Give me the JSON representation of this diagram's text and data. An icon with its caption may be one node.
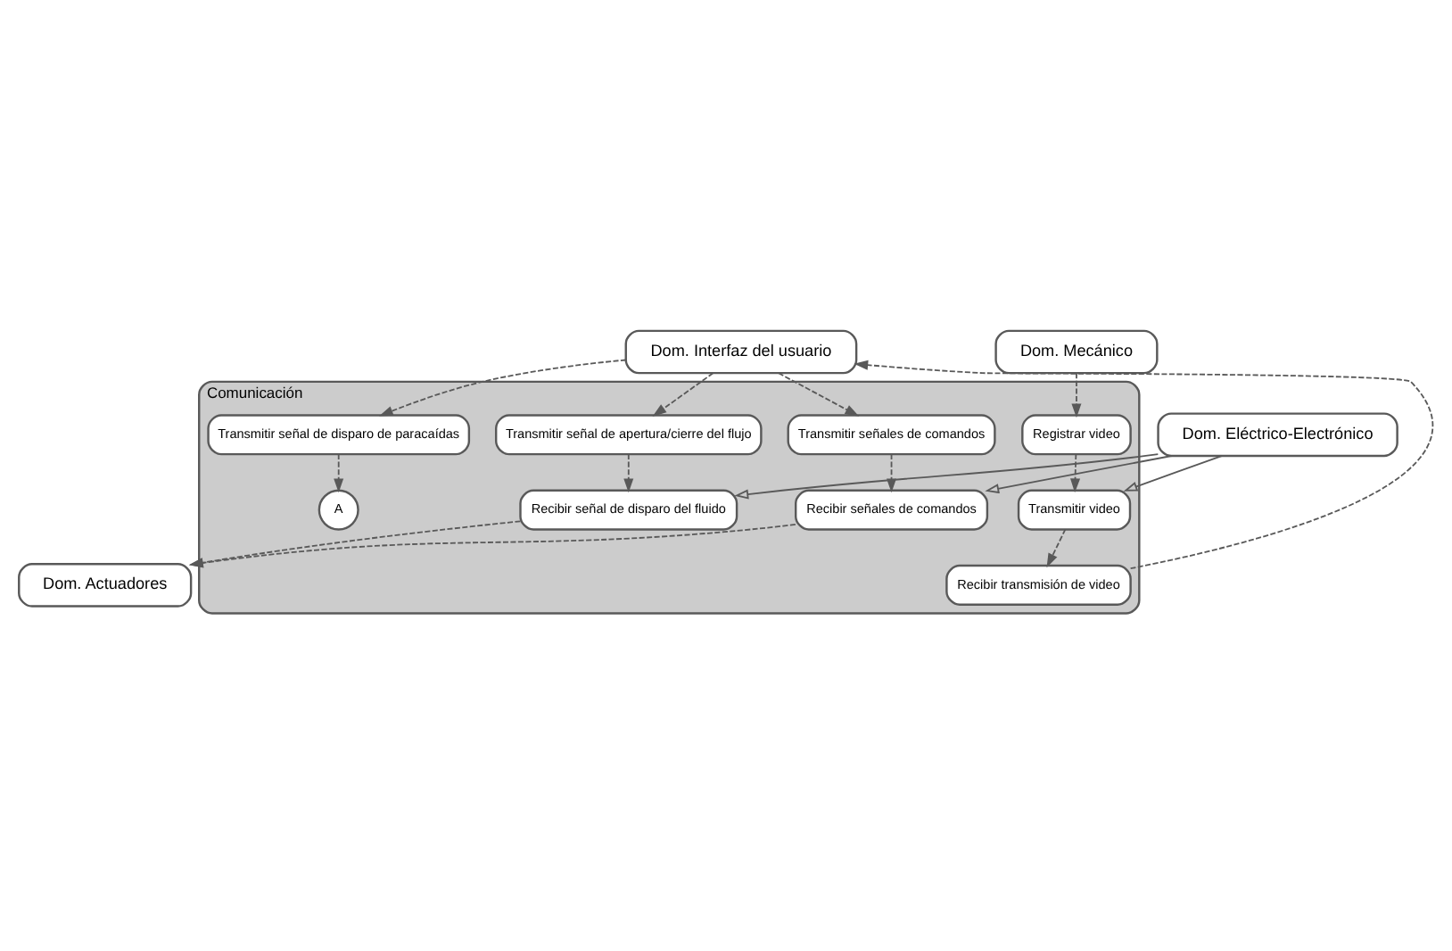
{
  "diagram": {
    "nodes": [
      {
        "text": [
          "Dom. Interfaz del usuario"
        ]
      },
      {
        "text": [
          "Comunicación"
        ]
      },
      {
        "text": [
          "Transmitir señal de disparo de paracaídas"
        ],
        "in": 1
      },
      {
        "text": [
          "A"
        ],
        "in": 1
      },
      {
        "text": [
          "Recibir transmisión de video"
        ],
        "in": 1
      },
      {
        "text": [
          "Dom. Eléctrico-Electrónico"
        ]
      },
      {
        "text": [
          "Transmitir señales de comandos"
        ],
        "in": 1
      },
      {
        "text": [
          "Transmitir señal de apertura/cierre del flujo"
        ],
        "in": 1
      },
      {
        "text": [
          "Transmitir video"
        ],
        "in": 1
      },
      {
        "text": [
          "Recibir señales de comandos"
        ],
        "in": 1
      },
      {
        "text": [
          "Recibir señal de disparo del fluido"
        ],
        "in": 1
      },
      {
        "text": [
          "Registrar video"
        ],
        "in": 1
      },
      {
        "text": [
          "Dom. Actuadores"
        ]
      },
      {
        "text": [
          "Dom. Mecánico"
        ]
      }
    ],
    "edges": [
      {
        "from": 0,
        "to": 2,
        "arrow": "to",
        "style": "dashed"
      },
      {
        "from": 0,
        "to": 6,
        "arrow": "to",
        "style": "dashed"
      },
      {
        "from": 0,
        "to": 7,
        "arrow": "to",
        "style": "dashed"
      },
      {
        "from": 2,
        "to": 3,
        "arrow": "to",
        "style": "dashed"
      },
      {
        "from": 4,
        "to": 0,
        "arrow": "to",
        "style": "dashed"
      },
      {
        "from": 8,
        "to": 4,
        "arrow": "to",
        "style": "dashed"
      },
      {
        "from": 11,
        "to": 8,
        "arrow": "to",
        "style": "dashed"
      },
      {
        "from": 13,
        "to": 11,
        "arrow": "to",
        "style": "dashed"
      },
      {
        "from": 6,
        "to": 9,
        "arrow": "to",
        "style": "dashed"
      },
      {
        "from": 7,
        "to": 10,
        "arrow": "to",
        "style": "dashed"
      },
      {
        "from": 9,
        "to": 12,
        "arrow": "to",
        "style": "dashed"
      },
      {
        "from": 10,
        "to": 12,
        "arrow": "to",
        "style": "dashed"
      },
      {
        "from": 5,
        "to": 9,
        "arrow": "to"
      },
      {
        "from": 5,
        "to": 10,
        "arrow": "to"
      },
      {
        "from": 5,
        "to": 8,
        "arrow": "to"
      }
    ]
  }
}
